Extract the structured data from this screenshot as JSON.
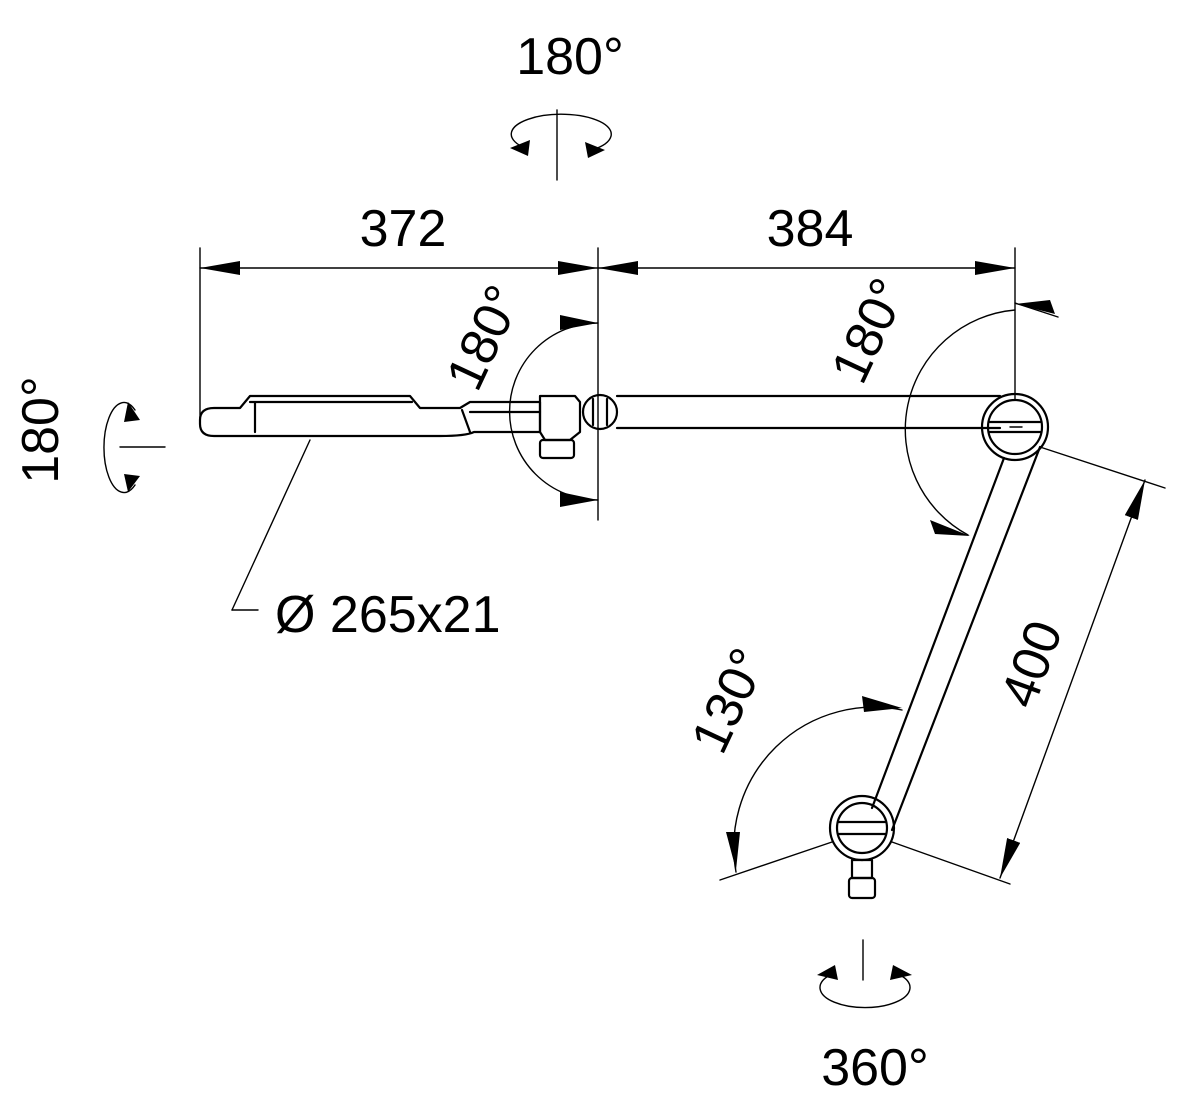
{
  "dimensions": {
    "arm_length_1": "372",
    "arm_length_2": "384",
    "arm_length_3": "400",
    "lens": "Ø 265x21"
  },
  "angles": {
    "head_rotation_top": "180°",
    "head_tilt_side": "180°",
    "head_joint": "180°",
    "elbow_joint": "180°",
    "base_joint": "130°",
    "base_rotation": "360°"
  },
  "colors": {
    "line": "#000000",
    "background": "#ffffff"
  }
}
